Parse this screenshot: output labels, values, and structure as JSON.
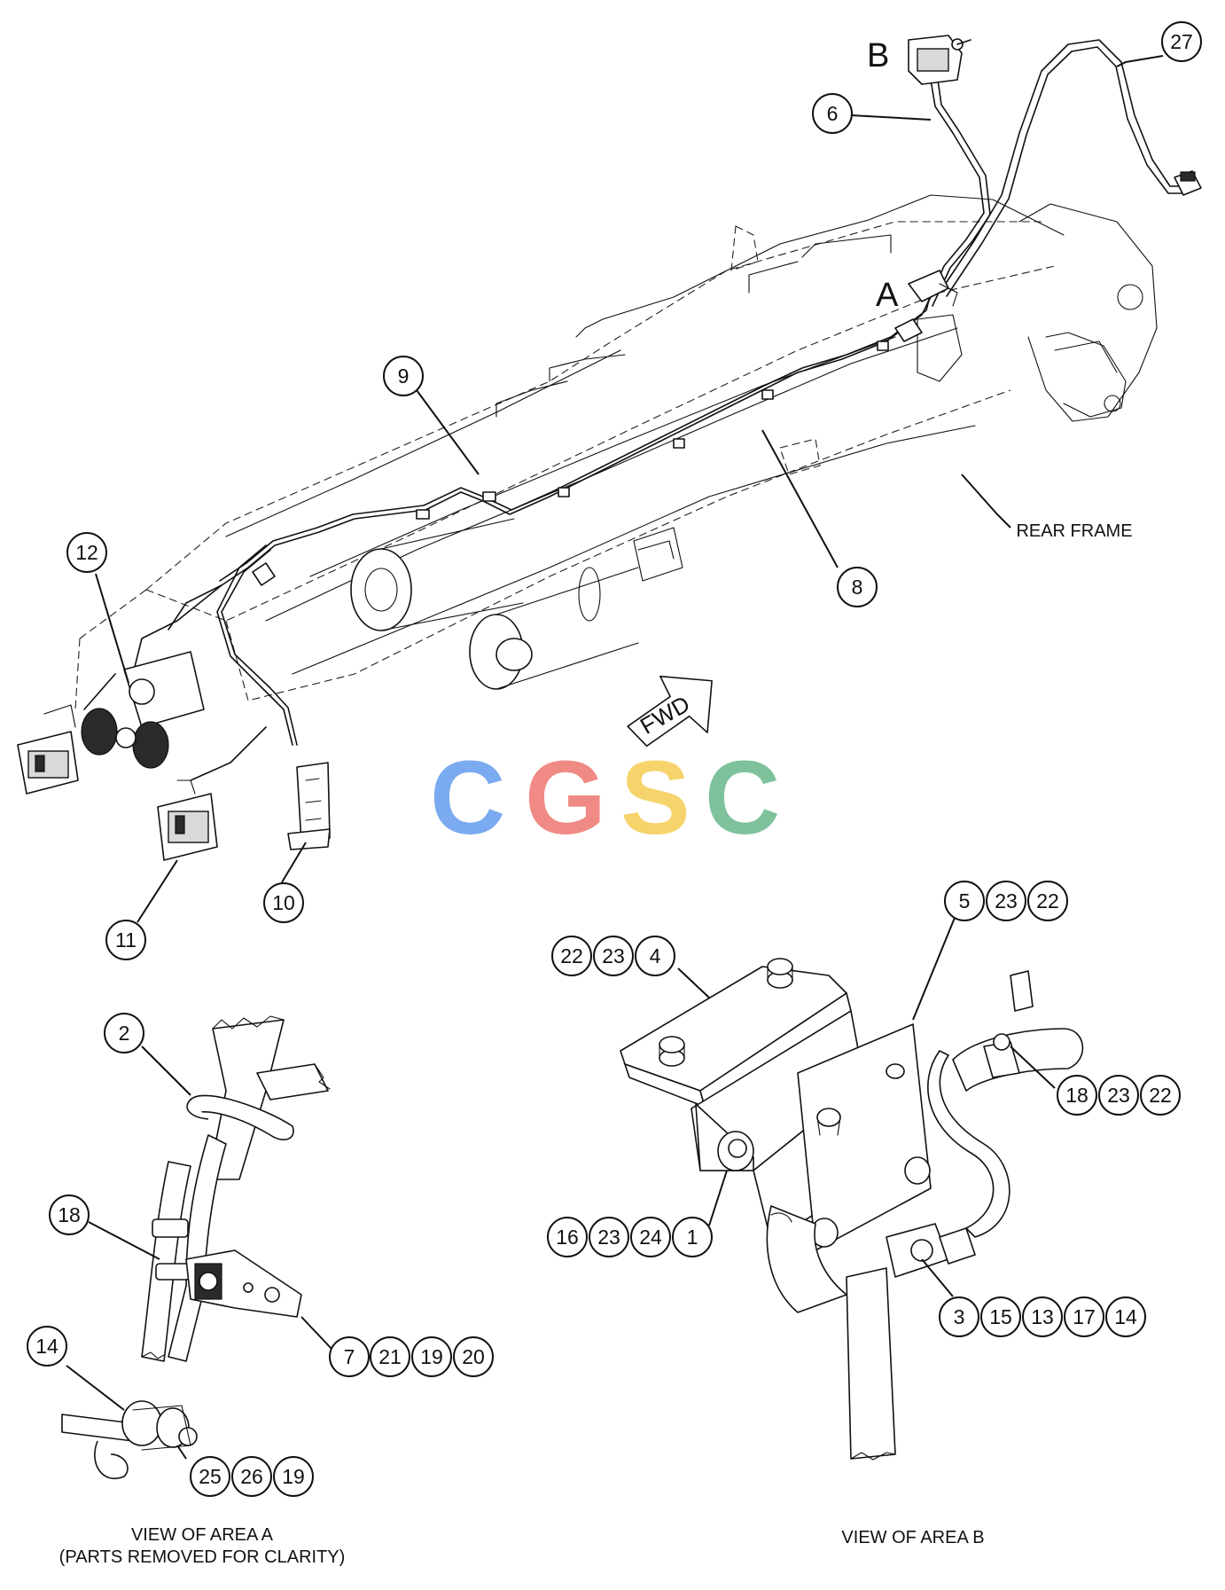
{
  "diagram": {
    "area_letters": {
      "a": "A",
      "b": "B"
    },
    "labels": {
      "rear_frame": "REAR FRAME",
      "fwd": "FWD",
      "view_a_line1": "VIEW OF AREA A",
      "view_a_line2": "(PARTS REMOVED FOR CLARITY)",
      "view_b": "VIEW OF AREA B"
    },
    "watermark": {
      "letters": [
        "C",
        "G",
        "S",
        "C"
      ],
      "colors": [
        "#7aaaf0",
        "#f08a85",
        "#f6d46b",
        "#7ec29b"
      ]
    },
    "callouts": {
      "c27": "27",
      "c6": "6",
      "c9": "9",
      "c8": "8",
      "c12": "12",
      "c10": "10",
      "c11": "11",
      "c2": "2",
      "c18a": "18",
      "c7": "7",
      "c21": "21",
      "c19a": "19",
      "c20": "20",
      "c14a": "14",
      "c25": "25",
      "c26": "26",
      "c19b": "19",
      "c22a": "22",
      "c23a": "23",
      "c4": "4",
      "c5": "5",
      "c23b": "23",
      "c22b": "22",
      "c18b": "18",
      "c23c": "23",
      "c22c": "22",
      "c16": "16",
      "c23d": "23",
      "c24": "24",
      "c1": "1",
      "c3": "3",
      "c15": "15",
      "c13": "13",
      "c17": "17",
      "c14b": "14"
    }
  }
}
